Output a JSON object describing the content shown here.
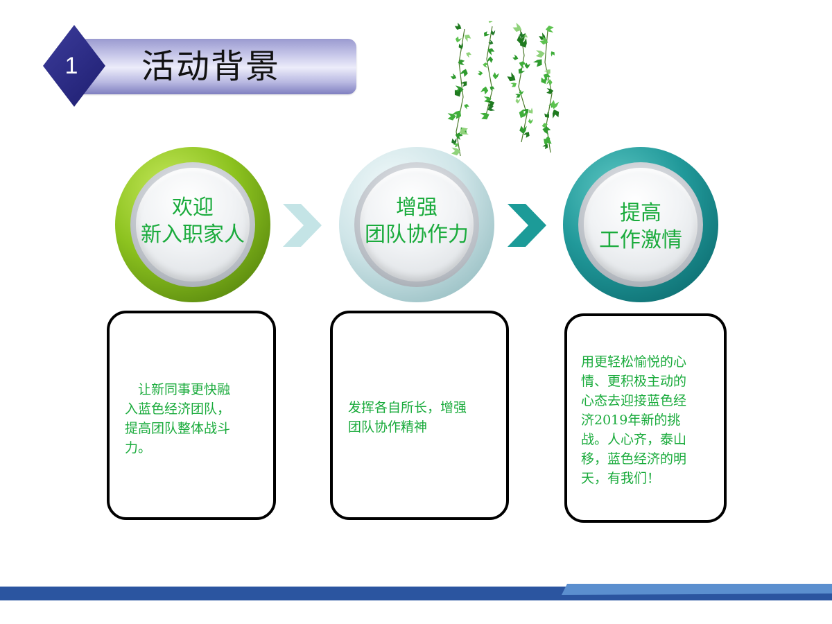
{
  "slide": {
    "number": "1",
    "title": "活动背景"
  },
  "circles": [
    {
      "line1": "欢迎",
      "line2": "新入职家人"
    },
    {
      "line1": "增强",
      "line2": "团队协作力"
    },
    {
      "line1": "提高",
      "line2": "工作激情"
    }
  ],
  "boxes": [
    {
      "text": "　让新同事更快融\n入蓝色经济团队，\n提高团队整体战斗\n力。"
    },
    {
      "text": "发挥各自所长，增强\n团队协作精神"
    },
    {
      "text": "用更轻松愉悦的心\n情、更积极主动的\n心态去迎接蓝色经\n济2019年新的挑\n战。人心齐，泰山\n移，蓝色经济的明\n天，有我们！"
    }
  ],
  "colors": {
    "title_diamond": "#2d2d86",
    "text_green": "#1aab3c",
    "circle1": "#8cc21f",
    "circle2": "#cfe5e8",
    "circle3": "#21999a",
    "chevron1": "#c4e4e6",
    "chevron2": "#1c9b98",
    "stripe_dark": "#2b55a0",
    "stripe_light": "#5b8fcf"
  },
  "icons": {
    "decoration": "ivy-leaves-icon",
    "arrows": "chevron-right-icon"
  }
}
